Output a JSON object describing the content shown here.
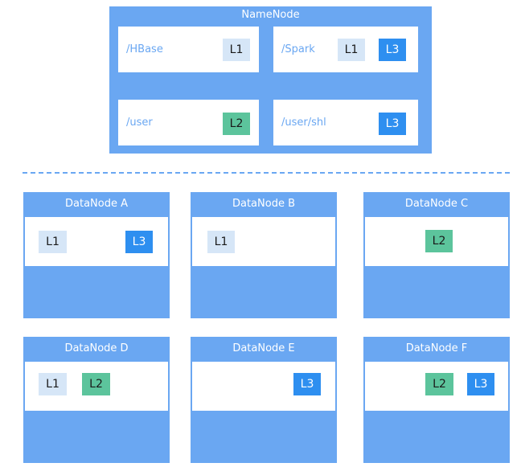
{
  "namenode": {
    "title": "NameNode",
    "dirs": [
      {
        "path": "/HBase",
        "blocks": [
          "L1"
        ]
      },
      {
        "path": "/Spark",
        "blocks": [
          "L1",
          "L3"
        ]
      },
      {
        "path": "/user",
        "blocks": [
          "L2"
        ]
      },
      {
        "path": "/user/shl",
        "blocks": [
          "L3"
        ]
      }
    ]
  },
  "datanodes": [
    {
      "name": "DataNode A",
      "blocks": [
        "L1",
        "L3"
      ]
    },
    {
      "name": "DataNode B",
      "blocks": [
        "L1"
      ]
    },
    {
      "name": "DataNode C",
      "blocks": [
        "L2"
      ]
    },
    {
      "name": "DataNode D",
      "blocks": [
        "L1",
        "L2"
      ]
    },
    {
      "name": "DataNode E",
      "blocks": [
        "L3"
      ]
    },
    {
      "name": "DataNode F",
      "blocks": [
        "L2",
        "L3"
      ]
    }
  ],
  "colors": {
    "node_fill": "#6aa7f2",
    "L1": "#d6e6f7",
    "L2": "#5cc49c",
    "L3": "#2e8ff0"
  }
}
